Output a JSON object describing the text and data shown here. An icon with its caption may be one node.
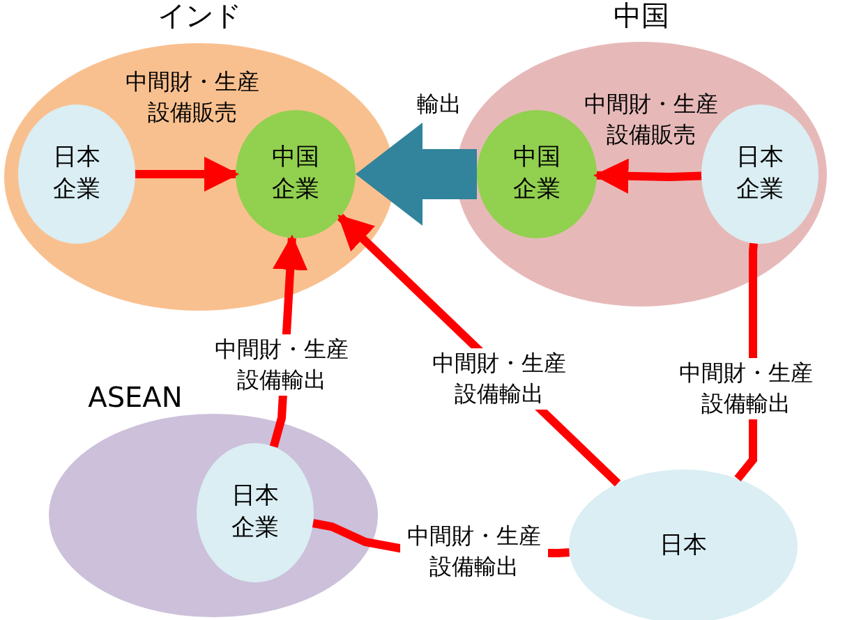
{
  "diagram": {
    "nodes": [
      {
        "text": [
          "インド"
        ]
      },
      {
        "text": [
          "日本企業"
        ],
        "in": 0
      },
      {
        "text": [
          "中国企業"
        ],
        "in": 0
      },
      {
        "text": [
          "中国"
        ]
      },
      {
        "text": [
          "中国企業"
        ],
        "in": 3
      },
      {
        "text": [
          "日本企業"
        ],
        "in": 3
      },
      {
        "text": [
          "ASEAN"
        ]
      },
      {
        "text": [
          "日本企業"
        ],
        "in": 6
      },
      {
        "text": [
          "日本"
        ]
      }
    ],
    "edges": [
      {
        "from": 1,
        "to": 2,
        "arrow": "to",
        "label": "中間財・生産設備販売"
      },
      {
        "from": 5,
        "to": 4,
        "arrow": "to",
        "label": "中間財・生産設備販売"
      },
      {
        "from": 4,
        "to": 2,
        "arrow": "to",
        "label": "輸出",
        "style": "thick",
        "color": "#31849b"
      },
      {
        "from": 7,
        "to": 2,
        "arrow": "to",
        "label": "中間財・生産設備輸出"
      },
      {
        "from": 8,
        "to": 2,
        "arrow": "to",
        "label": "中間財・生産設備輸出"
      },
      {
        "from": 8,
        "to": 5,
        "arrow": "none",
        "label": "中間財・生産設備輸出"
      },
      {
        "from": 8,
        "to": 7,
        "arrow": "none",
        "label": "中間財・生産設備輸出"
      }
    ]
  }
}
